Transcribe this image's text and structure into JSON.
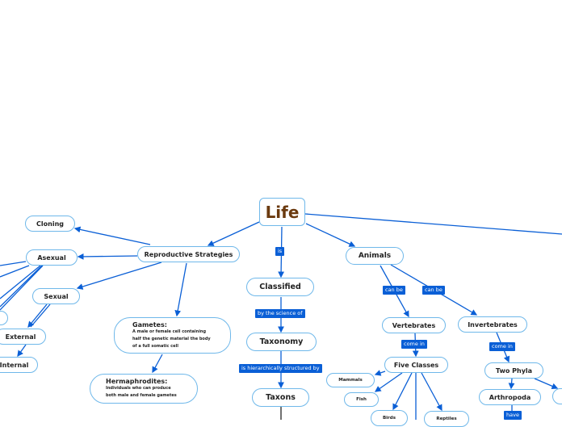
{
  "root": {
    "title": "Life",
    "color": "#6b3a0f"
  },
  "nodes": {
    "cloning": "Cloning",
    "asexual": "Asexual",
    "reproductive": "Reproductive Strategies",
    "sexual": "Sexual",
    "external": "External",
    "internal": "Internal",
    "gametes_title": "Gametes:",
    "gametes_desc": [
      "A male or female cell containing",
      "half the genetic material the body",
      "of a full somatic cell"
    ],
    "herm_title": "Hermaphrodites:",
    "herm_desc": [
      "Individuals who can produce",
      "both male and female gametes"
    ],
    "classified": "Classified",
    "taxonomy": "Taxonomy",
    "taxons": "Taxons",
    "animals": "Animals",
    "vertebrates": "Vertebrates",
    "invertebrates": "Invertebrates",
    "five_classes": "Five Classes",
    "mammals": "Mammals",
    "fish": "Fish",
    "birds": "Birds",
    "reptiles": "Reptiles",
    "two_phyla": "Two Phyla",
    "arthropoda": "Arthropoda"
  },
  "labels": {
    "is": "is",
    "can_be_1": "can be",
    "can_be_2": "can be",
    "by_science": "by the science of",
    "come_in_1": "come in",
    "come_in_2": "come in",
    "hier": "is hierarchically structured by",
    "have": "have"
  },
  "colors": {
    "edge": "#0a5fd6",
    "border": "#6fb8ea",
    "label_bg": "#0a5fd6"
  }
}
